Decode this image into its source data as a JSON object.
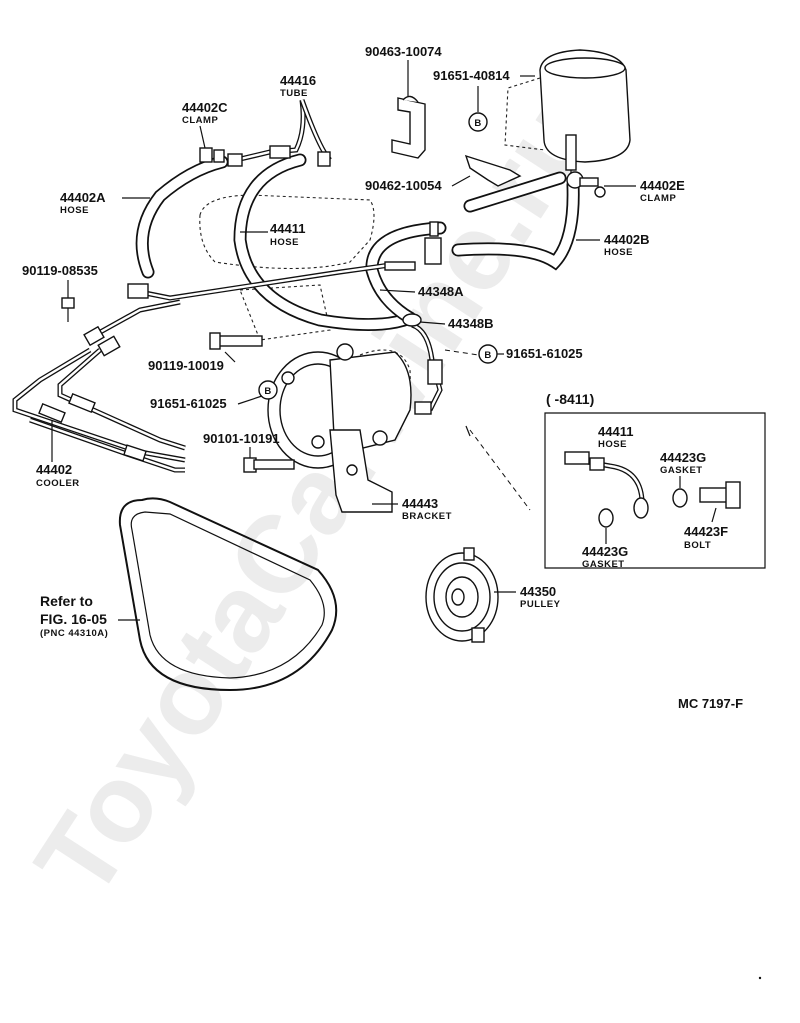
{
  "watermark": "ToyotaCarwine.ru",
  "figure_code": "MC  7197-F",
  "callouts": [
    {
      "id": "c90463",
      "pn": "90463-10074",
      "sub": ""
    },
    {
      "id": "c91651a",
      "pn": "91651-40814",
      "sub": ""
    },
    {
      "id": "c44416",
      "pn": "44416",
      "sub": "TUBE"
    },
    {
      "id": "c44402c",
      "pn": "44402C",
      "sub": "CLAMP"
    },
    {
      "id": "c44402a",
      "pn": "44402A",
      "sub": "HOSE"
    },
    {
      "id": "c44411",
      "pn": "44411",
      "sub": "HOSE"
    },
    {
      "id": "c90462",
      "pn": "90462-10054",
      "sub": ""
    },
    {
      "id": "c44402e",
      "pn": "44402E",
      "sub": "CLAMP"
    },
    {
      "id": "c44402b",
      "pn": "44402B",
      "sub": "HOSE"
    },
    {
      "id": "c90119a",
      "pn": "90119-08535",
      "sub": ""
    },
    {
      "id": "c44348a",
      "pn": "44348A",
      "sub": ""
    },
    {
      "id": "c44348b",
      "pn": "44348B",
      "sub": ""
    },
    {
      "id": "c90119b",
      "pn": "90119-10019",
      "sub": ""
    },
    {
      "id": "c91651b",
      "pn": "91651-61025",
      "sub": ""
    },
    {
      "id": "c91651c",
      "pn": "91651-61025",
      "sub": ""
    },
    {
      "id": "c90101",
      "pn": "90101-10191",
      "sub": ""
    },
    {
      "id": "c44402",
      "pn": "44402",
      "sub": "COOLER"
    },
    {
      "id": "c44443",
      "pn": "44443",
      "sub": "BRACKET"
    },
    {
      "id": "c44350",
      "pn": "44350",
      "sub": "PULLEY"
    }
  ],
  "inset": {
    "header": "(       -8411)",
    "callouts": [
      {
        "id": "i44411",
        "pn": "44411",
        "sub": "HOSE"
      },
      {
        "id": "i44423g1",
        "pn": "44423G",
        "sub": "GASKET"
      },
      {
        "id": "i44423g2",
        "pn": "44423G",
        "sub": "GASKET"
      },
      {
        "id": "i44423f",
        "pn": "44423F",
        "sub": "BOLT"
      }
    ]
  },
  "belt_ref": {
    "line1": "Refer to",
    "line2": "FIG. 16-05",
    "line3": "(PNC 44310A)"
  },
  "marker_letter": "B"
}
